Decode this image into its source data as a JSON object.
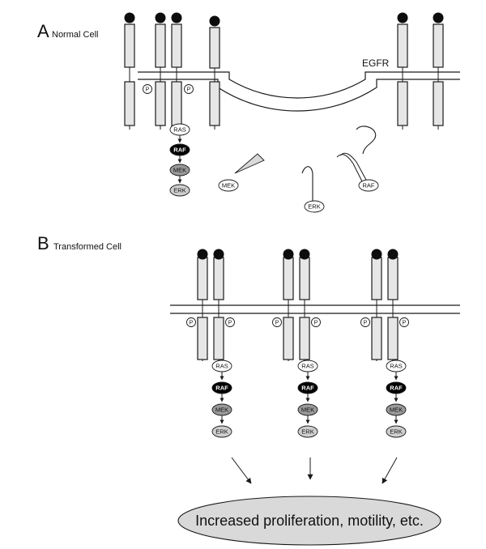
{
  "panel_a": {
    "letter": "A",
    "title": "Normal Cell",
    "receptor_label": "EGFR",
    "cascade": [
      "RAS",
      "RAF",
      "MEK",
      "ERK"
    ],
    "phospho": "P",
    "vesicle_proteins": [
      "MEK",
      "ERK",
      "RAF"
    ]
  },
  "panel_b": {
    "letter": "B",
    "title": "Transformed Cell",
    "cascade": [
      "RAS",
      "RAF",
      "MEK",
      "ERK"
    ],
    "phospho": "P",
    "outcome": "Increased proliferation, motility, etc."
  },
  "colors": {
    "raf_fill": "#000000",
    "mek_fill": "#9a9a9a",
    "erk_fill": "#cfcfcf",
    "ras_fill": "#ffffff",
    "outcome_fill": "#d9d9d9"
  }
}
